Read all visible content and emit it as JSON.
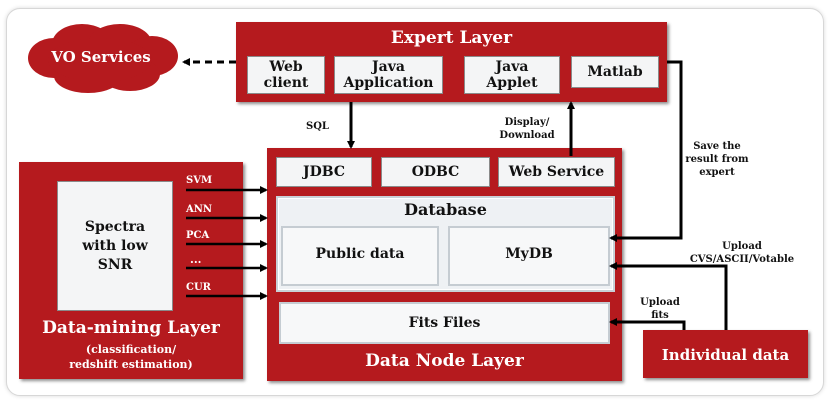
{
  "expert_layer": {
    "title": "Expert Layer",
    "web_client": "Web\nclient",
    "java_application": "Java\nApplication",
    "java_applet": "Java\nApplet",
    "matlab": "Matlab"
  },
  "vo_services": "VO Services",
  "data_node_layer": {
    "title": "Data Node Layer",
    "jdbc": "JDBC",
    "odbc": "ODBC",
    "web_service": "Web Service",
    "database_title": "Database",
    "public_data": "Public data",
    "mydb": "MyDB",
    "fits_files": "Fits Files"
  },
  "data_mining_layer": {
    "title": "Data-mining Layer",
    "subtitle": "(classification/\nredshift estimation)",
    "spectra": "Spectra\nwith low\nSNR",
    "methods": [
      "SVM",
      "ANN",
      "PCA",
      "...",
      "CUR"
    ]
  },
  "individual_data": "Individual data",
  "edge_labels": {
    "sql": "SQL",
    "display_download": "Display/\nDownload",
    "save_result": "Save the\nresult from\nexpert",
    "upload_formats": "Upload\nCVS/ASCII/Votable",
    "upload_fits": "Upload\nfits"
  },
  "colors": {
    "layer_red": "#b51a1e",
    "panel_fill": "#eef1f4",
    "box_fill": "#f4f5f6",
    "arrow": "#000000"
  }
}
